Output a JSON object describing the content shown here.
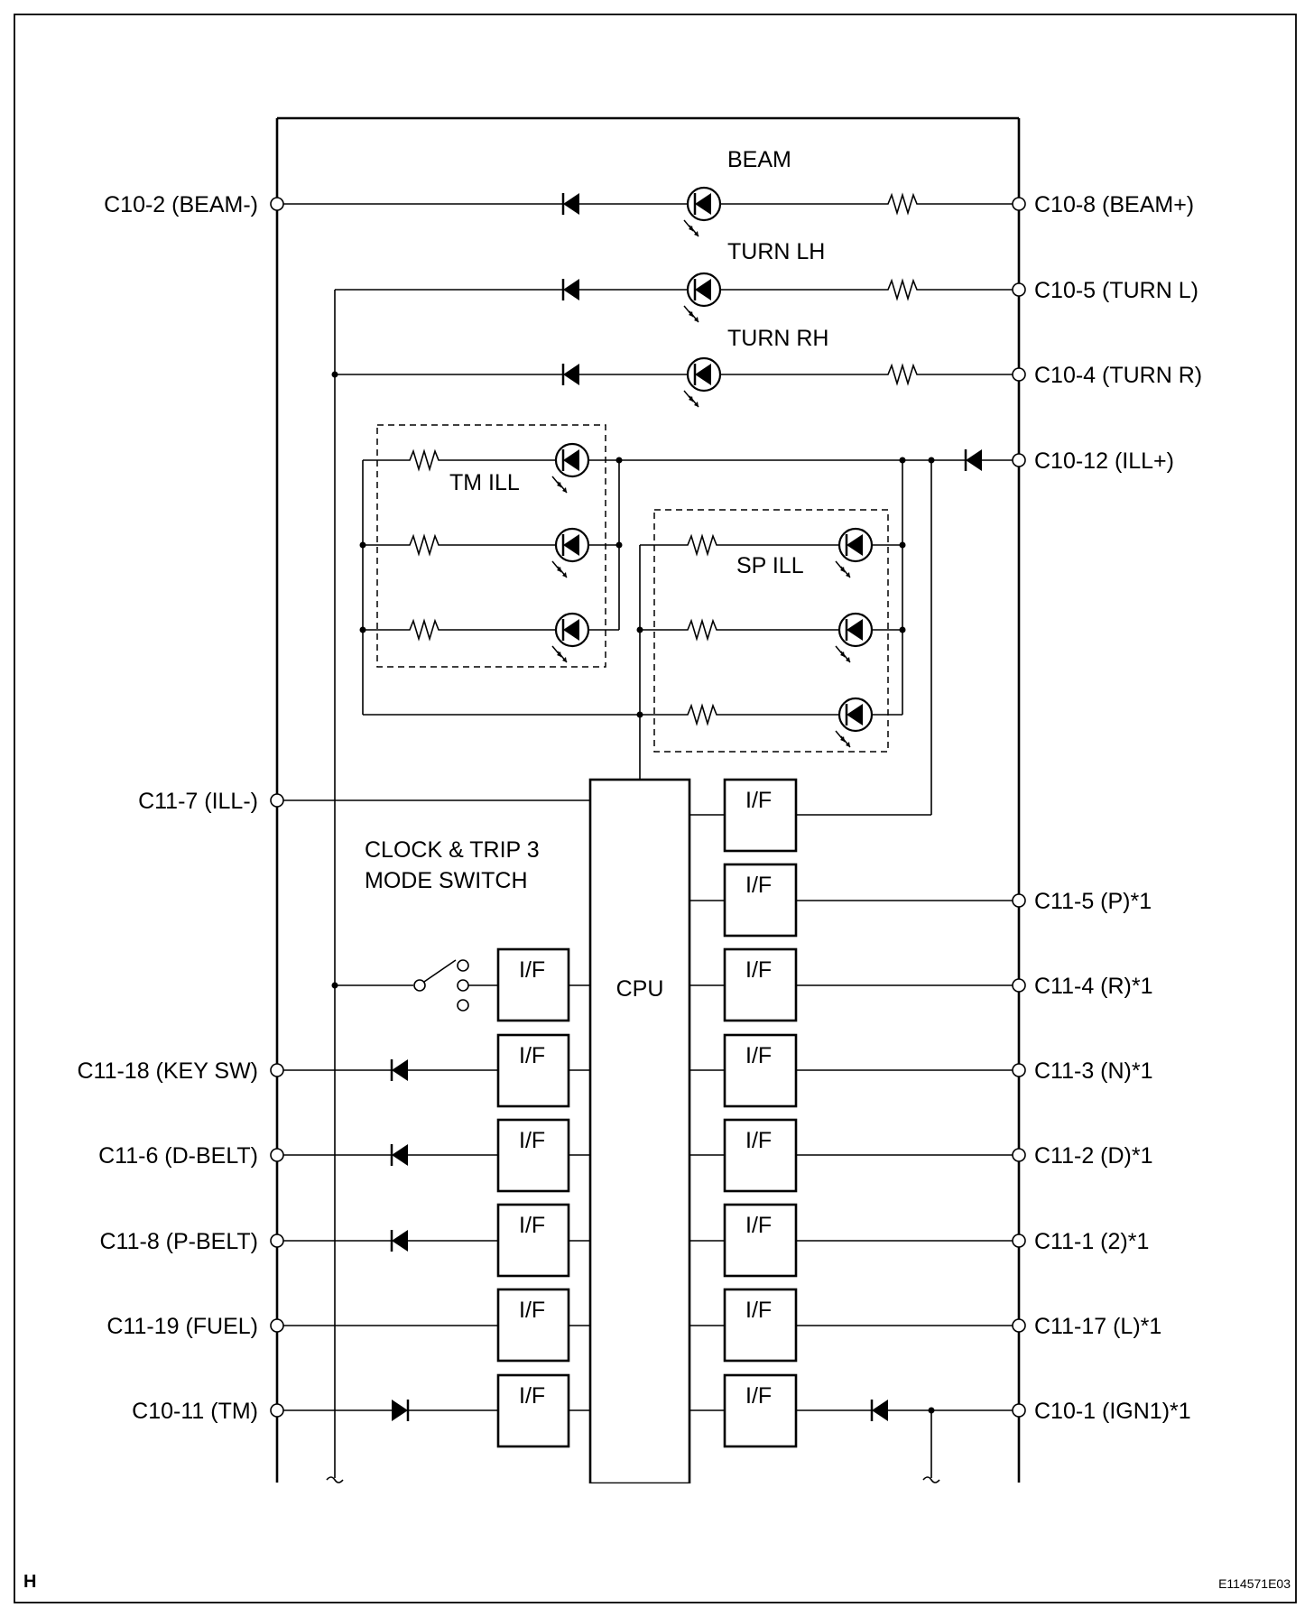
{
  "left_terminals": [
    {
      "id": "beam_neg",
      "label": "C10-2 (BEAM-)"
    },
    {
      "id": "ill_neg",
      "label": "C11-7 (ILL-)"
    },
    {
      "id": "key_sw",
      "label": "C11-18 (KEY SW)"
    },
    {
      "id": "d_belt",
      "label": "C11-6 (D-BELT)"
    },
    {
      "id": "p_belt",
      "label": "C11-8 (P-BELT)"
    },
    {
      "id": "fuel",
      "label": "C11-19 (FUEL)"
    },
    {
      "id": "tm",
      "label": "C10-11 (TM)"
    }
  ],
  "right_terminals": [
    {
      "id": "beam_pos",
      "label": "C10-8 (BEAM+)"
    },
    {
      "id": "turn_l",
      "label": "C10-5 (TURN L)"
    },
    {
      "id": "turn_r",
      "label": "C10-4 (TURN R)"
    },
    {
      "id": "ill_pos",
      "label": "C10-12 (ILL+)"
    },
    {
      "id": "p",
      "label": "C11-5 (P)*1"
    },
    {
      "id": "r",
      "label": "C11-4 (R)*1"
    },
    {
      "id": "n",
      "label": "C11-3 (N)*1"
    },
    {
      "id": "d",
      "label": "C11-2 (D)*1"
    },
    {
      "id": "two",
      "label": "C11-1 (2)*1"
    },
    {
      "id": "l",
      "label": "C11-17 (L)*1"
    },
    {
      "id": "ign1",
      "label": "C10-1 (IGN1)*1"
    }
  ],
  "indicators": {
    "beam": "BEAM",
    "turn_lh": "TURN LH",
    "turn_rh": "TURN RH"
  },
  "groups": {
    "tm_ill": "TM ILL",
    "sp_ill": "SP ILL"
  },
  "switch_label": {
    "line1": "CLOCK & TRIP 3",
    "line2": "MODE SWITCH"
  },
  "cpu_label": "CPU",
  "interface_label": "I/F",
  "corner_letter": "H",
  "figure_code": "E114571E03"
}
